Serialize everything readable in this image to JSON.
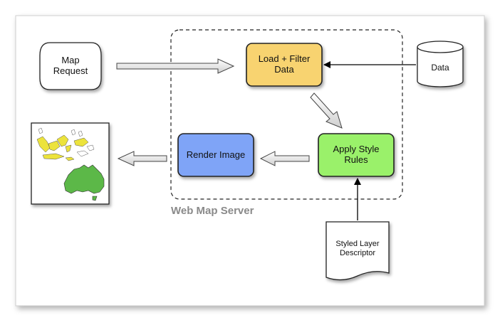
{
  "diagram": {
    "nodes": {
      "map_request": "Map\nRequest",
      "load_filter": "Load + Filter\nData",
      "data_store": "Data",
      "render_image": "Render Image",
      "apply_style": "Apply Style\nRules",
      "sld": "Styled Layer\nDescriptor"
    },
    "group_label": "Web Map Server",
    "colors": {
      "load_filter": "#f8d36f",
      "render_image": "#7fa4f7",
      "apply_style": "#9af16b",
      "map_land_green": "#5cb848",
      "map_land_yellow": "#ece33c"
    }
  }
}
